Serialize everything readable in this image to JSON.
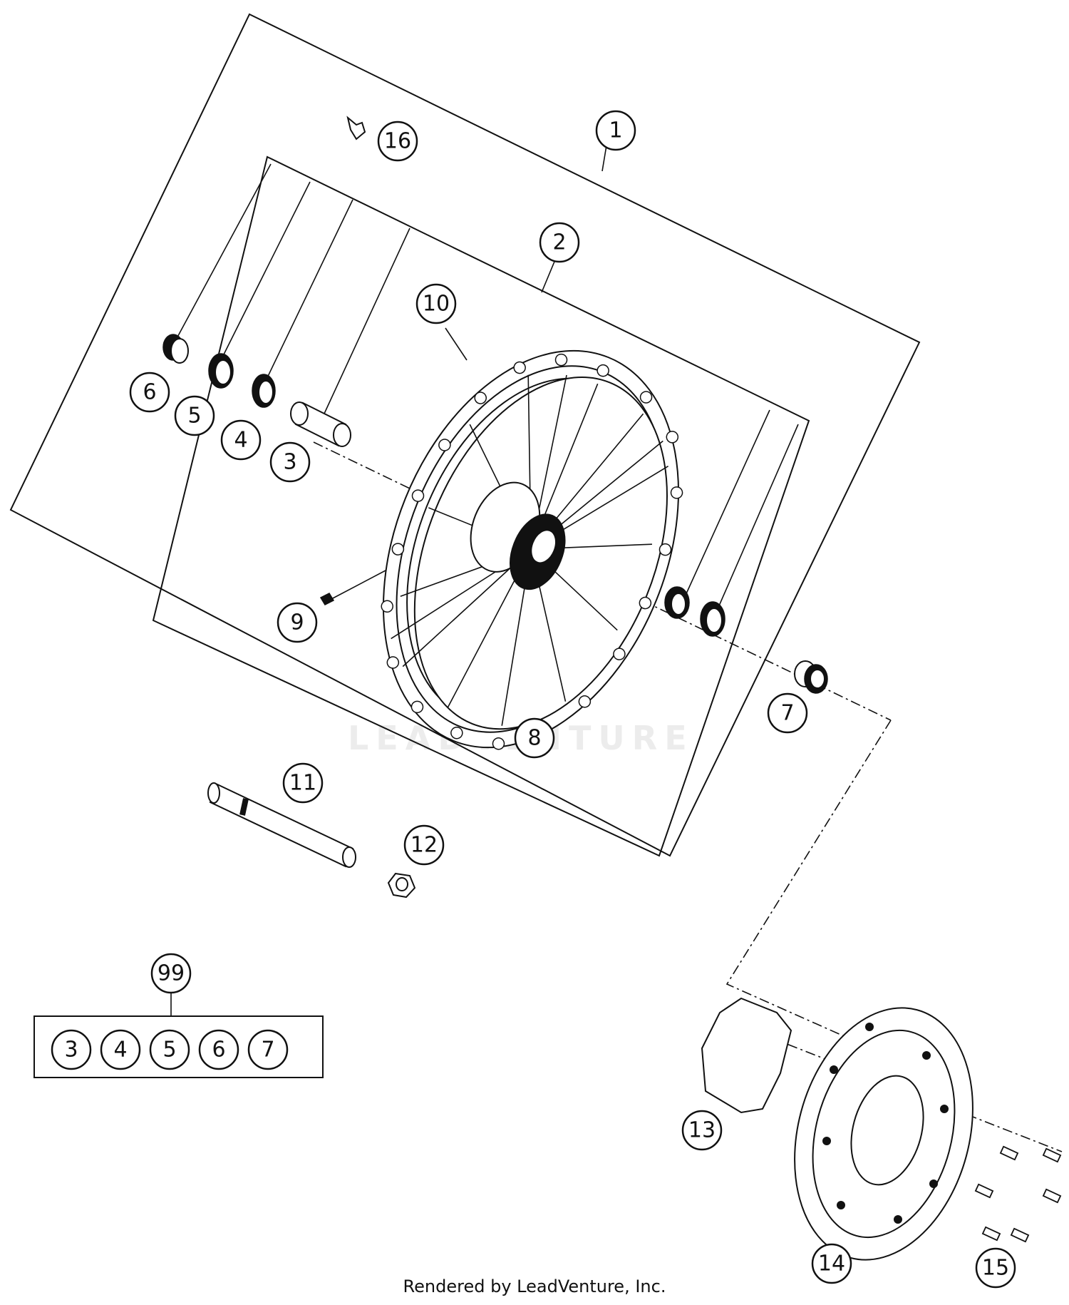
{
  "watermark": "LEADVENTURE",
  "footer": "Rendered by LeadVenture, Inc.",
  "callouts": [
    "1",
    "2",
    "3",
    "4",
    "5",
    "6",
    "7",
    "8",
    "9",
    "10",
    "11",
    "12",
    "13",
    "14",
    "15",
    "16",
    "99"
  ],
  "kit_99": [
    "3",
    "4",
    "5",
    "6",
    "7"
  ]
}
